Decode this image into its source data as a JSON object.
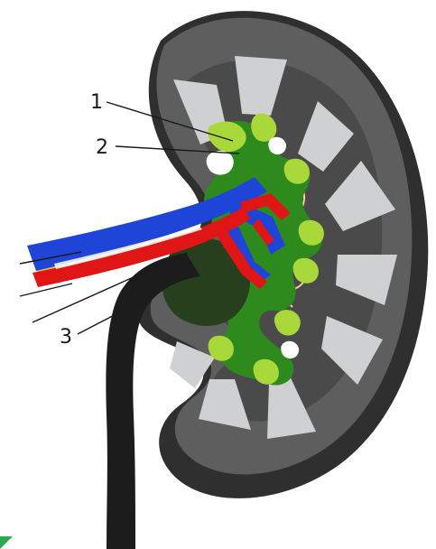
{
  "callouts": {
    "one": "1",
    "two": "2",
    "three": "3"
  },
  "colors": {
    "cortex": "#5e5e5e",
    "cortex_dark": "#2f2f2f",
    "pyramid": "#cfd0d2",
    "sinus_green": "#2f8a1d",
    "calyx_lime": "#a8d83a",
    "renal_pelvis": "#283f1d",
    "ureter": "#1c1c1c",
    "artery": "#e01515",
    "vein": "#1f45d8",
    "fat_yellow": "#f2c24b",
    "outline_peach": "#f3cf9c"
  }
}
